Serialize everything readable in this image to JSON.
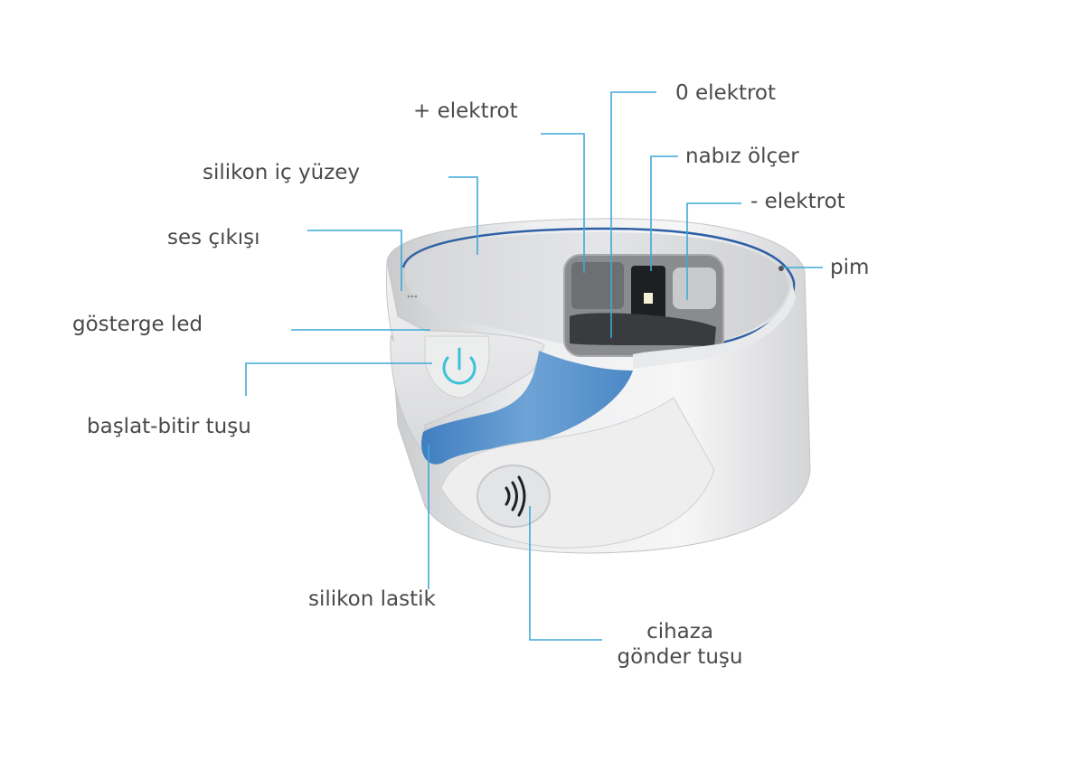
{
  "labels": {
    "plus_electrode": "+ elektrot",
    "zero_electrode": "0 elektrot",
    "pulse_sensor": "nabız ölçer",
    "minus_electrode": "- elektrot",
    "pin": "pim",
    "silicone_inner": "silikon iç yüzey",
    "sound_output": "ses çıkışı",
    "indicator_led": "gösterge led",
    "start_stop": "başlat-bitir tuşu",
    "silicone_band": "silikon lastik",
    "send_line1": "cihaza",
    "send_line2": "gönder tuşu"
  },
  "colors": {
    "leader": "#3fa9d8",
    "body": "#e6e7e9",
    "accent": "#5b93c9",
    "text": "#4a4a4a"
  }
}
